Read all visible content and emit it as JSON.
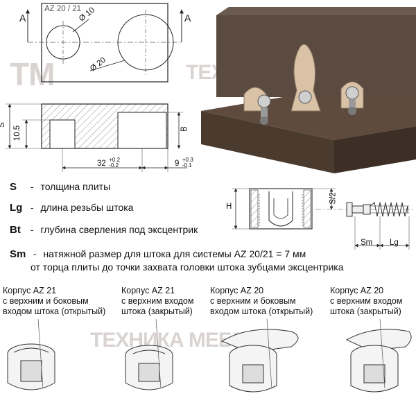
{
  "top_drawing": {
    "label": "AZ 20 / 21",
    "section_mark_left": "A",
    "section_mark_right": "A",
    "diameter_small": "Ø 10",
    "diameter_large": "Ø 20"
  },
  "section_drawing": {
    "dim_s": "S",
    "dim_thickness": "10.5",
    "dim_b": "B",
    "dim_spacing": "32",
    "dim_spacing_tol_plus": "+0.2",
    "dim_spacing_tol_minus": "-0.2",
    "dim_edge": "9",
    "dim_edge_tol_plus": "+0.3",
    "dim_edge_tol_minus": "-0.1"
  },
  "watermarks": {
    "logo": "TM",
    "brand": "ТЕХНИКА МЕБЕЛИ"
  },
  "legend": [
    {
      "key": "S",
      "sep": "-",
      "text": "толщина плиты"
    },
    {
      "key": "Lg",
      "sep": "-",
      "text": "длина резьбы штока"
    },
    {
      "key": "Bt",
      "sep": "-",
      "text": "глубина сверления под эксцентрик"
    },
    {
      "key": "Sm",
      "sep": "-",
      "text": "натяжной размер для штока для системы AZ 20/21 = 7 мм",
      "text2": "от торца плиты до точки захвата головки штока зубцами эксцентрика"
    }
  ],
  "fastener_drawing": {
    "dim_h": "H",
    "dim_s2": "S/2",
    "dim_sm": "Sm",
    "dim_lg": "Lg"
  },
  "captions": [
    {
      "line1": "Корпус AZ 21",
      "line2": "с верхним и боковым",
      "line3": "входом штока (открытый)"
    },
    {
      "line1": "Корпус AZ 21",
      "line2": "с верхним входом",
      "line3": "штока (закрытый)"
    },
    {
      "line1": "Корпус AZ 20",
      "line2": "с верхним и боковым",
      "line3": "входом штока (открытый)"
    },
    {
      "line1": "Корпус AZ 20",
      "line2": "с верхним входом",
      "line3": "штока (закрытый)"
    }
  ]
}
